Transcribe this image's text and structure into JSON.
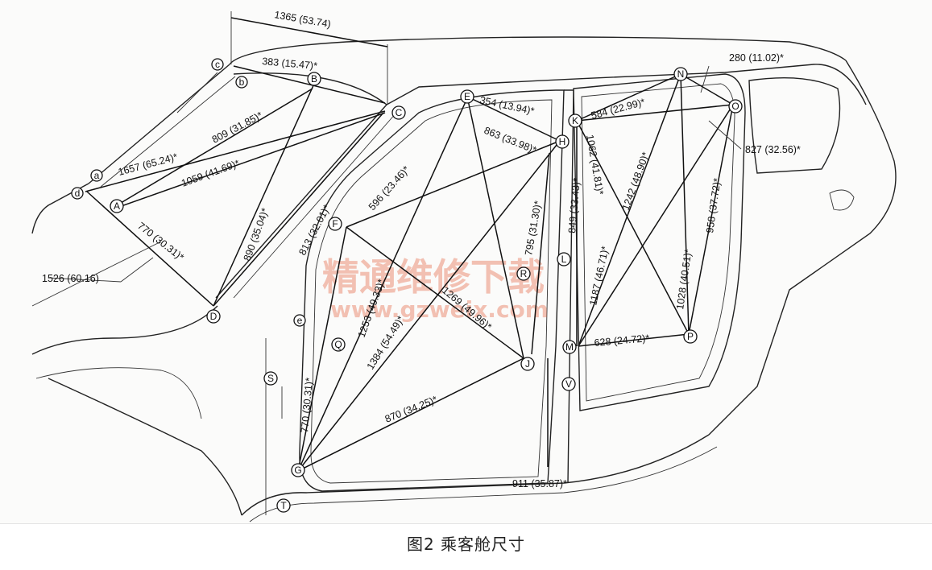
{
  "caption": "图2  乘客舱尺寸",
  "watermark": {
    "line1": "精通维修下载",
    "line2": "www.gzweix.com"
  },
  "points": [
    "A",
    "B",
    "C",
    "D",
    "E",
    "F",
    "G",
    "H",
    "J",
    "K",
    "L",
    "M",
    "N",
    "O",
    "P",
    "Q",
    "R",
    "S",
    "T",
    "V",
    "a",
    "b",
    "c",
    "d",
    "e"
  ],
  "dimensions": [
    "1365 (53.74)",
    "383 (15.47)*",
    "1657 (65.24)*",
    "809 (31.85)*",
    "1059 (41.69)*",
    "770 (30.31)*",
    "890 (35.04)*",
    "813 (32.01)*",
    "1526 (60.16)",
    "354 (13.94)*",
    "863 (33.98)*",
    "596 (23.46)*",
    "795 (31.30)*",
    "1253 (49.33)*",
    "1384 (54.49)*",
    "1269 (49.96)*",
    "870 (34.25)*",
    "770 (30.31)*",
    "911 (35.87)*",
    "849 (33.43)*",
    "1062 (41.81)*",
    "1187 (46.71)*",
    "1242 (48.90)*",
    "584 (22.99)*",
    "280 (11.02)*",
    "827 (32.56)*",
    "958 (37.72)*",
    "1028 (40.51)*",
    "628 (24.72)*"
  ]
}
